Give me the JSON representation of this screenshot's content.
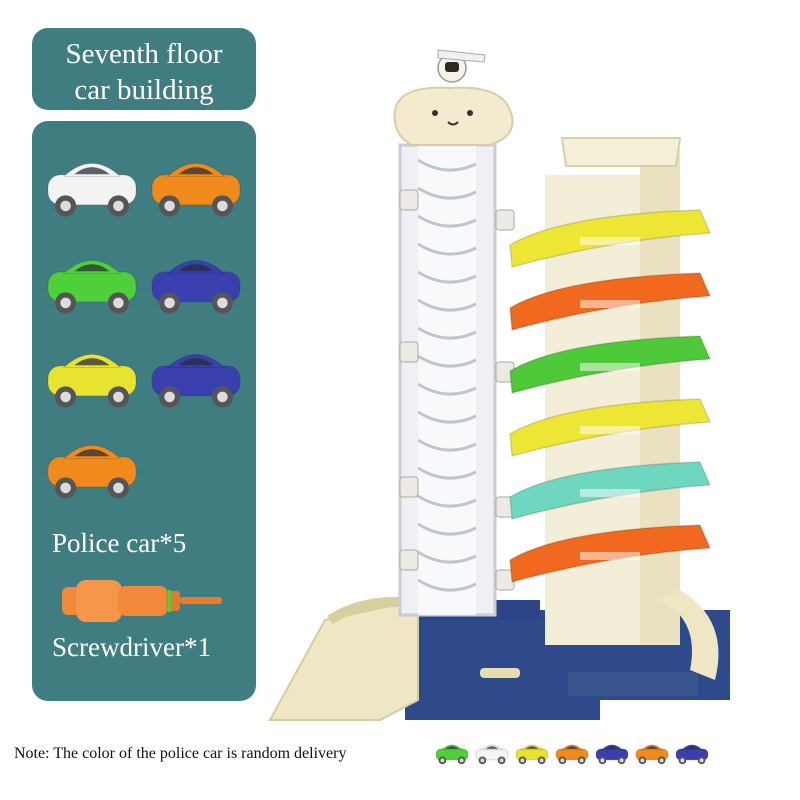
{
  "title": {
    "line1": "Seventh floor",
    "line2": "car building"
  },
  "items": {
    "cars_label": "Police car*5",
    "screwdriver_label": "Screwdriver*1"
  },
  "note": "Note: The color of the police car is random delivery",
  "car_colors": [
    "#f3f3f3",
    "#f08a1c",
    "#4fcf3a",
    "#3a3fae",
    "#e8e230",
    "#3a3fae",
    "#f08a1c"
  ],
  "mini_car_colors": [
    "#4fcf3a",
    "#f3f3f3",
    "#e8e230",
    "#f08a1c",
    "#3a3fae",
    "#f08a1c",
    "#3a3fae"
  ],
  "ramp_colors": [
    "#eee634",
    "#f0691e",
    "#4fc83a",
    "#eee634",
    "#6fd6c0",
    "#f0691e"
  ]
}
